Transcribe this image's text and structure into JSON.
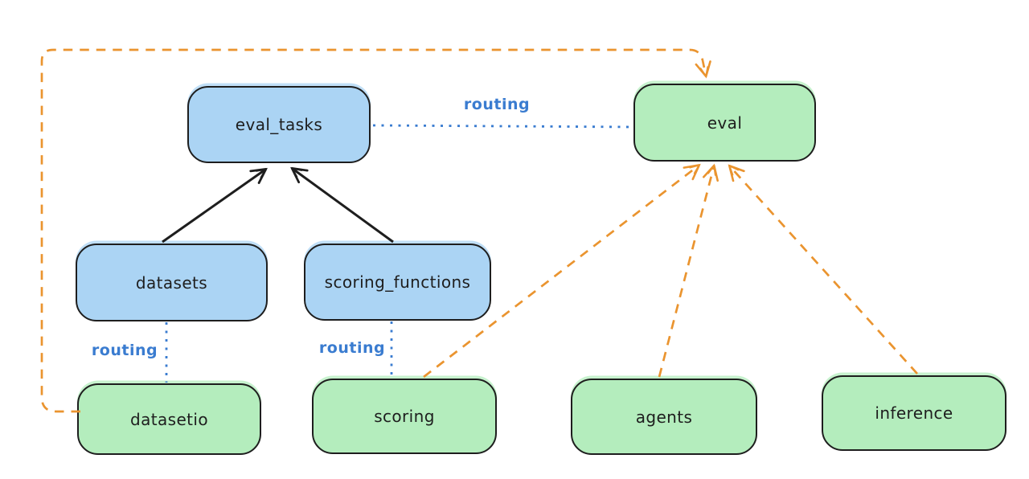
{
  "diagram": {
    "background": "#ffffff",
    "nodes": {
      "eval_tasks": {
        "label": "eval_tasks",
        "kind": "resource"
      },
      "eval": {
        "label": "eval",
        "kind": "api"
      },
      "datasets": {
        "label": "datasets",
        "kind": "resource"
      },
      "scoring_functions": {
        "label": "scoring_functions",
        "kind": "resource"
      },
      "datasetio": {
        "label": "datasetio",
        "kind": "api"
      },
      "scoring": {
        "label": "scoring",
        "kind": "api"
      },
      "agents": {
        "label": "agents",
        "kind": "api"
      },
      "inference": {
        "label": "inference",
        "kind": "api"
      }
    },
    "edges": [
      {
        "from": "datasets",
        "to": "eval_tasks",
        "style": "solid-arrow",
        "color": "#1e1e1e",
        "label": ""
      },
      {
        "from": "scoring_functions",
        "to": "eval_tasks",
        "style": "solid-arrow",
        "color": "#1e1e1e",
        "label": ""
      },
      {
        "from": "eval_tasks",
        "to": "eval",
        "style": "dotted",
        "color": "#3a7cd0",
        "label": "routing"
      },
      {
        "from": "datasets",
        "to": "datasetio",
        "style": "dotted",
        "color": "#3a7cd0",
        "label": "routing"
      },
      {
        "from": "scoring_functions",
        "to": "scoring",
        "style": "dotted",
        "color": "#3a7cd0",
        "label": "routing"
      },
      {
        "from": "datasetio",
        "to": "eval",
        "style": "dashed-arrow",
        "color": "#ea942f",
        "label": ""
      },
      {
        "from": "scoring",
        "to": "eval",
        "style": "dashed-arrow",
        "color": "#ea942f",
        "label": ""
      },
      {
        "from": "agents",
        "to": "eval",
        "style": "dashed-arrow",
        "color": "#ea942f",
        "label": ""
      },
      {
        "from": "inference",
        "to": "eval",
        "style": "dashed-arrow",
        "color": "#ea942f",
        "label": ""
      }
    ],
    "colors": {
      "resource_fill": "#abd4f4",
      "api_fill": "#b4edbd",
      "stroke": "#1e1e1e",
      "routing_blue": "#3a7cd0",
      "provider_orange": "#ea942f"
    }
  }
}
